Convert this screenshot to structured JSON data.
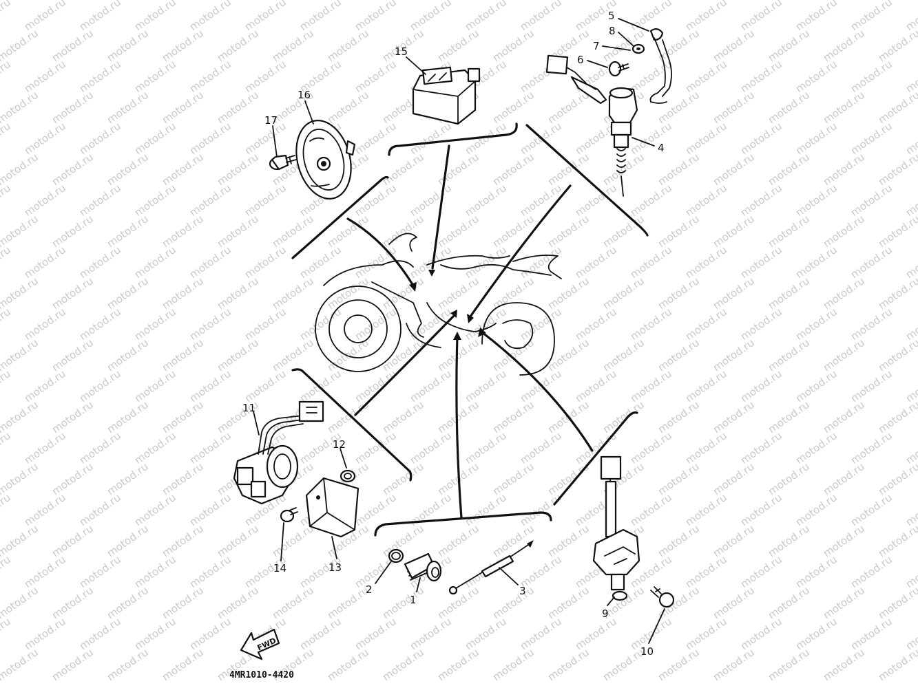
{
  "watermark": "motod.ru",
  "diagram_code": "4MR1010-4420",
  "fwd_label": "FWD",
  "callouts": [
    {
      "id": "1",
      "label": "1"
    },
    {
      "id": "2",
      "label": "2"
    },
    {
      "id": "3",
      "label": "3"
    },
    {
      "id": "4",
      "label": "4"
    },
    {
      "id": "5",
      "label": "5"
    },
    {
      "id": "6",
      "label": "6"
    },
    {
      "id": "7",
      "label": "7"
    },
    {
      "id": "8",
      "label": "8"
    },
    {
      "id": "9",
      "label": "9"
    },
    {
      "id": "10",
      "label": "10"
    },
    {
      "id": "11",
      "label": "11"
    },
    {
      "id": "12",
      "label": "12"
    },
    {
      "id": "13",
      "label": "13"
    },
    {
      "id": "14",
      "label": "14"
    },
    {
      "id": "15",
      "label": "15"
    },
    {
      "id": "16",
      "label": "16"
    },
    {
      "id": "17",
      "label": "17"
    }
  ]
}
